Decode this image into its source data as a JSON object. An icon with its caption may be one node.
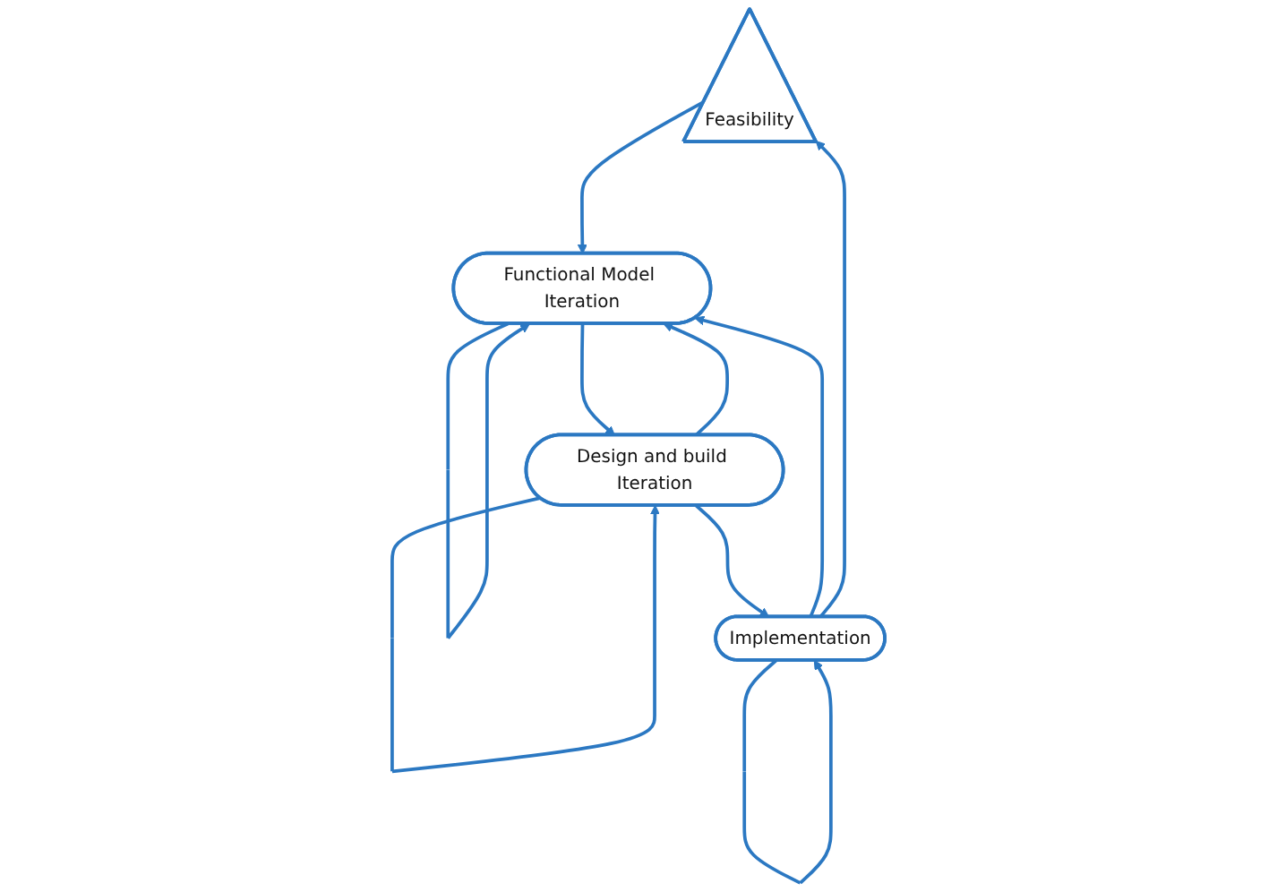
{
  "diagram": {
    "nodes": [
      {
        "text": [
          "Feasibility"
        ]
      },
      {
        "text": [
          "Functional Model Iteration"
        ]
      },
      {
        "text": [
          "Implementation"
        ]
      },
      {
        "text": [
          "Design and build Iteration"
        ]
      }
    ],
    "edges": [
      {
        "from": 0,
        "to": 1,
        "arrow": "to"
      },
      {
        "from": 1,
        "to": 1,
        "arrow": "to"
      },
      {
        "from": 1,
        "to": 3,
        "arrow": "to"
      },
      {
        "from": 3,
        "to": 3,
        "arrow": "to"
      },
      {
        "from": 3,
        "to": 1,
        "arrow": "to"
      },
      {
        "from": 3,
        "to": 2,
        "arrow": "to"
      },
      {
        "from": 2,
        "to": 2,
        "arrow": "to"
      },
      {
        "from": 2,
        "to": 1,
        "arrow": "to"
      },
      {
        "from": 2,
        "to": 0,
        "arrow": "to"
      }
    ]
  }
}
